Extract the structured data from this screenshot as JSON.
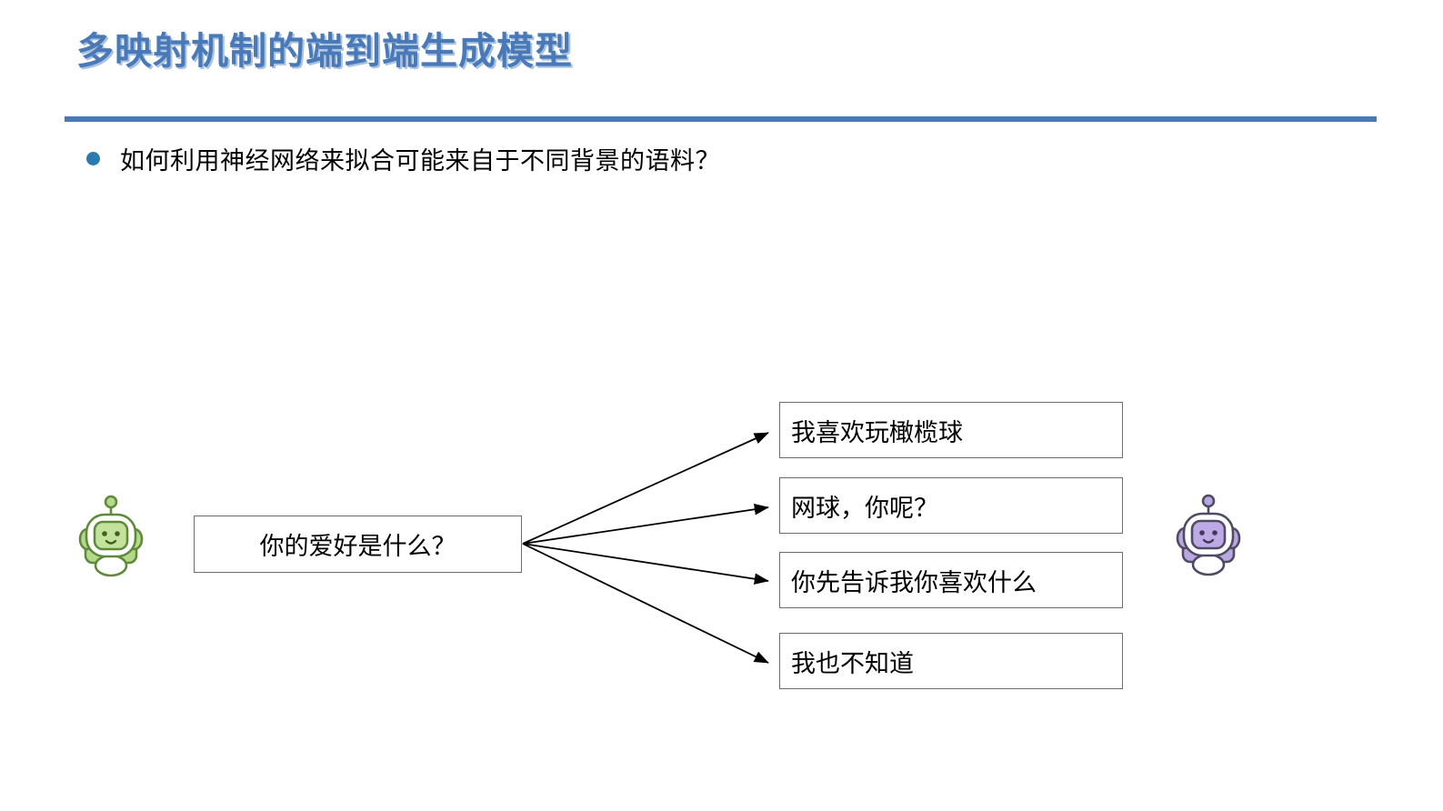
{
  "slide": {
    "title": "多映射机制的端到端生成模型",
    "rule_color": "#4a7ab5",
    "title_color": "#4a79b8",
    "background": "#ffffff"
  },
  "bullets": [
    {
      "text": "如何利用神经网络来拟合可能来自于不同背景的语料？",
      "marker": "filled-circle",
      "marker_color": "#2a7cb0"
    }
  ],
  "diagram": {
    "prompt": {
      "speaker": "robot-green",
      "text": "你的爱好是什么？"
    },
    "replies": [
      {
        "text": "我喜欢玩橄榄球"
      },
      {
        "text": "网球，你呢？"
      },
      {
        "text": "你先告诉我你喜欢什么"
      },
      {
        "text": "我也不知道"
      }
    ],
    "avatars": [
      {
        "name": "robot-green-icon",
        "color": "#8cc152",
        "side": "left"
      },
      {
        "name": "robot-purple-icon",
        "color": "#b3a0dd",
        "side": "right"
      }
    ],
    "arrow_count": 4,
    "arrow_color": "#000000",
    "box_border_color": "#6b6b6b"
  }
}
